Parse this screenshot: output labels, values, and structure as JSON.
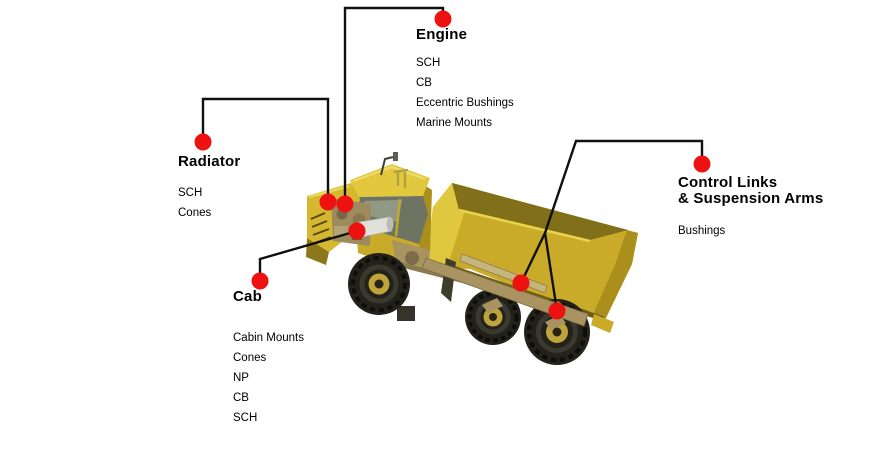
{
  "callouts": {
    "engine": {
      "title": "Engine",
      "items": [
        "SCH",
        "CB",
        "Eccentric Bushings",
        "Marine Mounts"
      ]
    },
    "radiator": {
      "title": "Radiator",
      "items": [
        "SCH",
        "Cones"
      ]
    },
    "cab": {
      "title": "Cab",
      "items": [
        "Cabin Mounts",
        "Cones",
        "NP",
        "CB",
        "SCH"
      ]
    },
    "control_links": {
      "title_line1": "Control Links",
      "title_line2": "& Suspension Arms",
      "items": [
        "Bushings"
      ]
    }
  },
  "colors": {
    "marker": "#ee1111",
    "leader_line": "#101010",
    "truck_yellow": "#c9ab29",
    "truck_yellow_bright": "#e0c83e",
    "bed_inner_shadow": "#826f19",
    "tire": "#22211a",
    "background": "#ffffff"
  },
  "icons": {
    "hotspot_marker": "filled-red-circle"
  }
}
